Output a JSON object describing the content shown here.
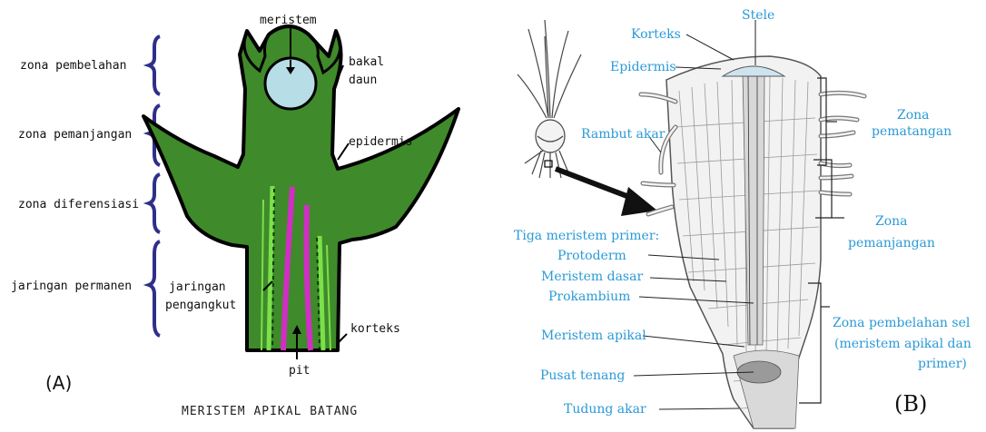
{
  "panelA": {
    "zones": [
      {
        "id": "pembelahan",
        "text": "zona pembelahan"
      },
      {
        "id": "pemanjangan",
        "text": "zona pemanjangan"
      },
      {
        "id": "diferensiasi",
        "text": "zona diferensiasi"
      },
      {
        "id": "permanen",
        "text": "jaringan permanen"
      }
    ],
    "labels": {
      "meristem": "meristem",
      "bakal1": "bakal",
      "bakal2": "daun",
      "epidermis": "epidermis",
      "jaringan1": "jaringan",
      "jaringan2": "pengangkut",
      "korteks": "korteks",
      "pit": "pit"
    },
    "letter": "(A)",
    "title": "MERISTEM APIKAL BATANG",
    "colors": {
      "stem": "#3f8a2a",
      "bracket": "#2f2f8a",
      "meristem": "#b7dde6",
      "vessel": "#d12ec4",
      "xylem": "#7be04a"
    }
  },
  "panelB": {
    "labels": {
      "stele": "Stele",
      "korteks": "Korteks",
      "epidermis": "Epidermis",
      "rambut": "Rambut akar",
      "zonaPematangan1": "Zona",
      "zonaPematangan2": "pematangan",
      "zonaPemanjangan1": "Zona",
      "zonaPemanjangan2": "pemanjangan",
      "tiga": "Tiga meristem primer:",
      "protoderm": "Protoderm",
      "dasar": "Meristem dasar",
      "prokambium": "Prokambium",
      "apikal": "Meristem apikal",
      "pusat": "Pusat tenang",
      "tudung": "Tudung akar",
      "zonaPembelahan1": "Zona pembelahan sel",
      "zonaPembelahan2": "(meristem apikal dan",
      "zonaPembelahan3": "primer)"
    },
    "letter": "(B)",
    "colors": {
      "label": "#2a9ad6"
    }
  }
}
